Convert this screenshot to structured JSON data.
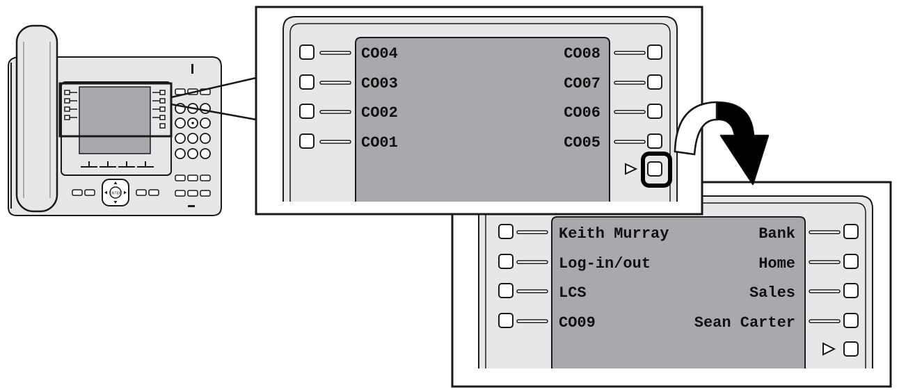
{
  "page1": {
    "left_labels": [
      "CO04",
      "CO03",
      "CO02",
      "CO01"
    ],
    "right_labels": [
      "CO08",
      "CO07",
      "CO06",
      "CO05"
    ]
  },
  "page2": {
    "left_labels": [
      "Keith Murray",
      "Log-in/out",
      "LCS",
      "CO09"
    ],
    "right_labels": [
      "Bank",
      "Home",
      "Sales",
      "Sean Carter"
    ]
  },
  "phone": {
    "enter_key_label": "ENTER"
  },
  "colors": {
    "lcd": "#a7a9ac",
    "body": "#e6e7e8",
    "outline": "#1a1a1a",
    "highlight": "#000000"
  },
  "icons": {
    "page_arrow": "triangle-right-outline",
    "transition_arrow": "curved-arrow-down"
  }
}
